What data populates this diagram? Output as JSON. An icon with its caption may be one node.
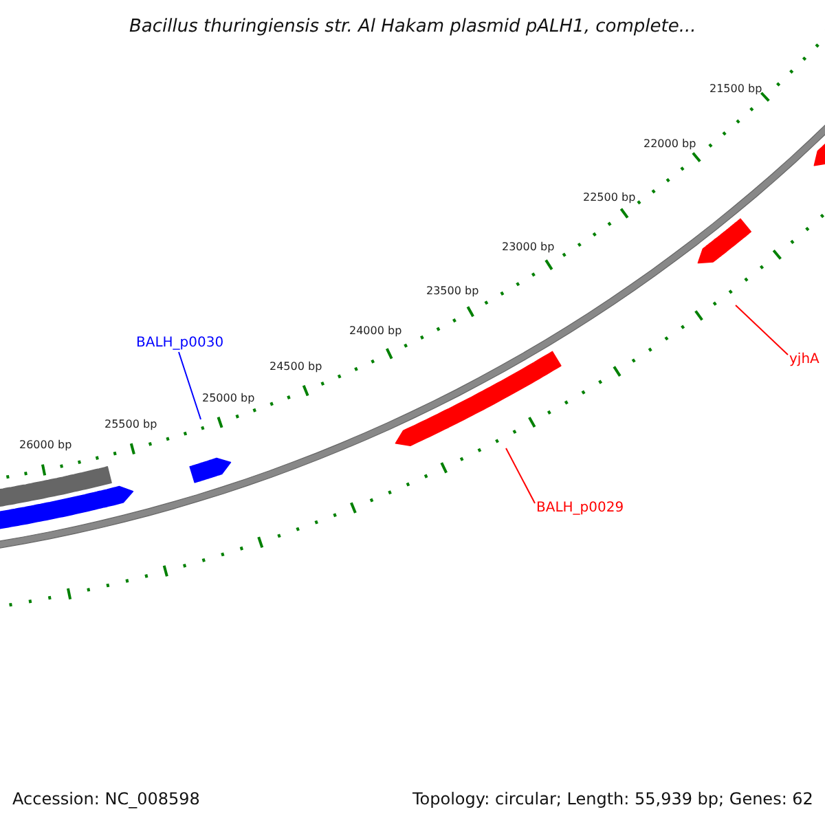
{
  "diagram": {
    "title": "Bacillus thuringiensis str. Al Hakam plasmid pALH1, complete...",
    "nodes": [
      {
        "text": [],
        "shape": "arrow"
      },
      {
        "text": [
          "yjhA"
        ]
      },
      {
        "text": [],
        "shape": "arrow"
      },
      {
        "text": [
          "BALH_p0030"
        ]
      },
      {
        "text": [],
        "shape": "arrow"
      },
      {
        "text": [],
        "shape": "arrow"
      },
      {
        "text": [
          "BALH_p0029"
        ]
      },
      {
        "text": [],
        "shape": "bar"
      },
      {
        "text": [],
        "shape": "arrow"
      }
    ],
    "edges": [
      {
        "from": 1,
        "to": 2,
        "arrow": "none"
      },
      {
        "from": 3,
        "to": 4,
        "arrow": "none",
        "color": "#0000ff"
      },
      {
        "from": 6,
        "to": 5,
        "arrow": "none"
      }
    ],
    "labels": [
      "21500 bp",
      "22000 bp",
      "22500 bp",
      "23000 bp",
      "23500 bp",
      "24000 bp",
      "24500 bp",
      "25000 bp",
      "25500 bp",
      "26000 bp",
      "Accession: NC_008598",
      "Topology: circular; Length: 55,939 bp; Genes: 62"
    ]
  }
}
